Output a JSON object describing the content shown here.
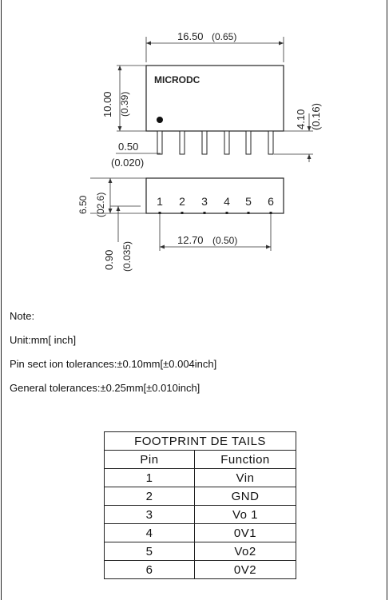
{
  "drawing": {
    "brand": "MICRODC",
    "dims": {
      "length": "16.50",
      "length_in": "(0.65)",
      "height": "10.00",
      "height_in": "(0.39)",
      "lead_thickness": "0.50",
      "lead_thickness_in": "(0.020)",
      "lead_length": "4.10",
      "lead_length_in": "(0.16)",
      "depth": "6.50",
      "depth_in": "(02.6)",
      "pin_offset": "0.90",
      "pin_offset_in": "(0.035)",
      "pin_span": "12.70",
      "pin_span_in": "(0.50)"
    },
    "pin_numbers": [
      "1",
      "2",
      "3",
      "4",
      "5",
      "6"
    ]
  },
  "notes": [
    "Note:",
    "Unit:mm[ inch]",
    "Pin sect ion tolerances:±0.10mm[±0.004inch]",
    "General tolerances:±0.25mm[±0.010inch]"
  ],
  "footprint": {
    "title": "FOOTPRINT DE TAILS",
    "headers": [
      "Pin",
      "Function"
    ],
    "rows": [
      [
        "1",
        "Vin"
      ],
      [
        "2",
        "GND"
      ],
      [
        "3",
        "Vo 1"
      ],
      [
        "4",
        "0V1"
      ],
      [
        "5",
        "Vo2"
      ],
      [
        "6",
        "0V2"
      ]
    ]
  }
}
